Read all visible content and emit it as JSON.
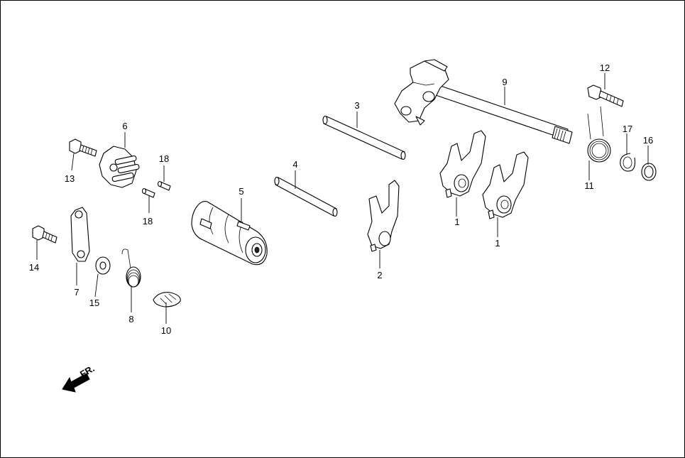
{
  "labels": {
    "1a": "1",
    "1b": "1",
    "2": "2",
    "3": "3",
    "4": "4",
    "5": "5",
    "6": "6",
    "7": "7",
    "8": "8",
    "9": "9",
    "10": "10",
    "11": "11",
    "12": "12",
    "13": "13",
    "14": "14",
    "15": "15",
    "16": "16",
    "17": "17",
    "18a": "18",
    "18b": "18"
  },
  "direction_label": "FR."
}
